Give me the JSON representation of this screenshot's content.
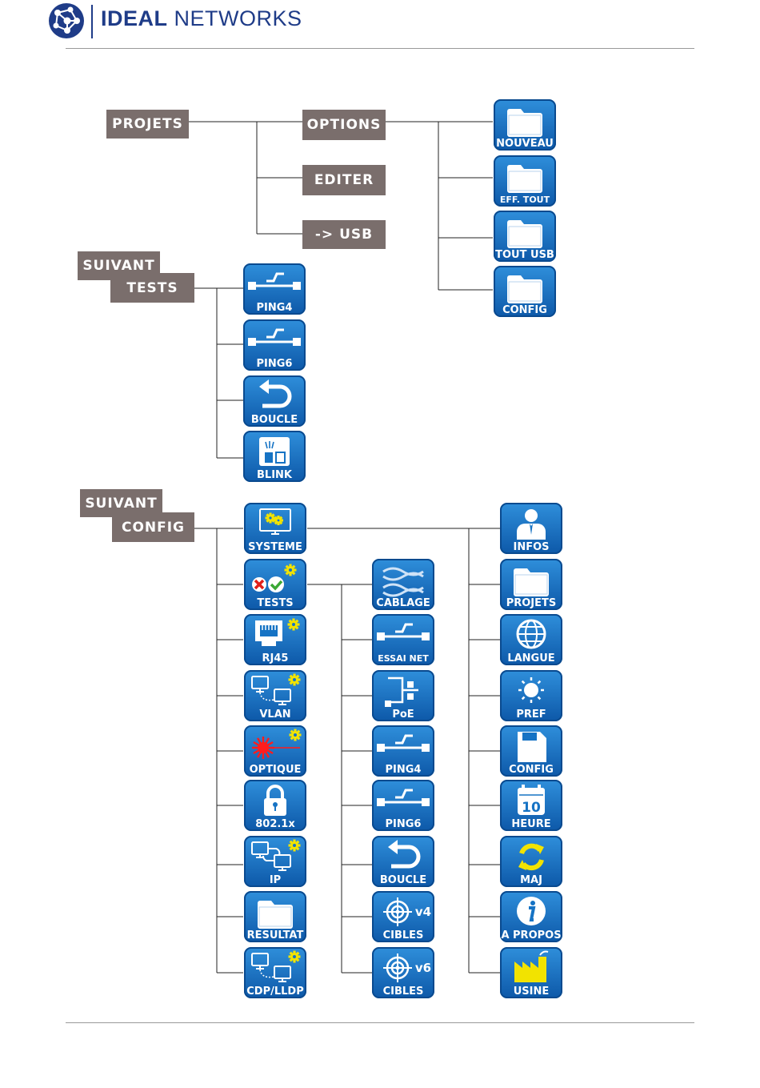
{
  "header": {
    "brand_bold": "IDEAL",
    "brand_light": " NETWORKS"
  },
  "colors": {
    "button_grey": "#7a6e6c",
    "icon_blue": "#1673c4",
    "brand_blue": "#1f3c88",
    "gear_yellow": "#f2e300"
  },
  "projets_section": {
    "root": "PROJETS",
    "submenu": [
      "OPTIONS",
      "EDITER",
      "-> USB"
    ],
    "options_icons": [
      {
        "label": "NOUVEAU",
        "icon": "folder-icon"
      },
      {
        "label": "EFF. TOUT",
        "icon": "folder-icon"
      },
      {
        "label": "TOUT USB",
        "icon": "folder-icon"
      },
      {
        "label": "CONFIG",
        "icon": "folder-icon"
      }
    ]
  },
  "tests_section": {
    "suivant": "SUIVANT",
    "root": "TESTS",
    "icons": [
      {
        "label": "PING4",
        "icon": "ping-icon"
      },
      {
        "label": "PING6",
        "icon": "ping-icon"
      },
      {
        "label": "BOUCLE",
        "icon": "loop-icon"
      },
      {
        "label": "BLINK",
        "icon": "blink-icon"
      }
    ]
  },
  "config_section": {
    "suivant": "SUIVANT",
    "root": "CONFIG",
    "col1": [
      {
        "label": "SYSTEME",
        "icon": "system-icon"
      },
      {
        "label": "TESTS",
        "icon": "tests-icon"
      },
      {
        "label": "RJ45",
        "icon": "rj45-icon"
      },
      {
        "label": "VLAN",
        "icon": "vlan-icon"
      },
      {
        "label": "OPTIQUE",
        "icon": "laser-icon"
      },
      {
        "label": "802.1x",
        "icon": "lock-icon"
      },
      {
        "label": "IP",
        "icon": "ip-icon"
      },
      {
        "label": "RESULTAT",
        "icon": "folder-icon"
      },
      {
        "label": "CDP/LLDP",
        "icon": "cdp-icon"
      }
    ],
    "col2": [
      {
        "label": "CABLAGE",
        "icon": "cable-icon"
      },
      {
        "label": "ESSAI NET",
        "icon": "ping-icon"
      },
      {
        "label": "PoE",
        "icon": "poe-icon"
      },
      {
        "label": "PING4",
        "icon": "ping-icon"
      },
      {
        "label": "PING6",
        "icon": "ping-icon"
      },
      {
        "label": "BOUCLE",
        "icon": "loop-icon"
      },
      {
        "label": "CIBLES",
        "icon": "target-icon",
        "badge": "v4"
      },
      {
        "label": "CIBLES",
        "icon": "target-icon",
        "badge": "v6"
      }
    ],
    "col3": [
      {
        "label": "INFOS",
        "icon": "person-icon"
      },
      {
        "label": "PROJETS",
        "icon": "folder-icon"
      },
      {
        "label": "LANGUE",
        "icon": "globe-icon"
      },
      {
        "label": "PREF",
        "icon": "sun-icon"
      },
      {
        "label": "CONFIG",
        "icon": "save-icon"
      },
      {
        "label": "HEURE",
        "icon": "calendar-icon",
        "badge": "10"
      },
      {
        "label": "MAJ",
        "icon": "refresh-icon"
      },
      {
        "label": "A PROPOS",
        "icon": "info-icon"
      },
      {
        "label": "USINE",
        "icon": "factory-icon"
      }
    ]
  }
}
